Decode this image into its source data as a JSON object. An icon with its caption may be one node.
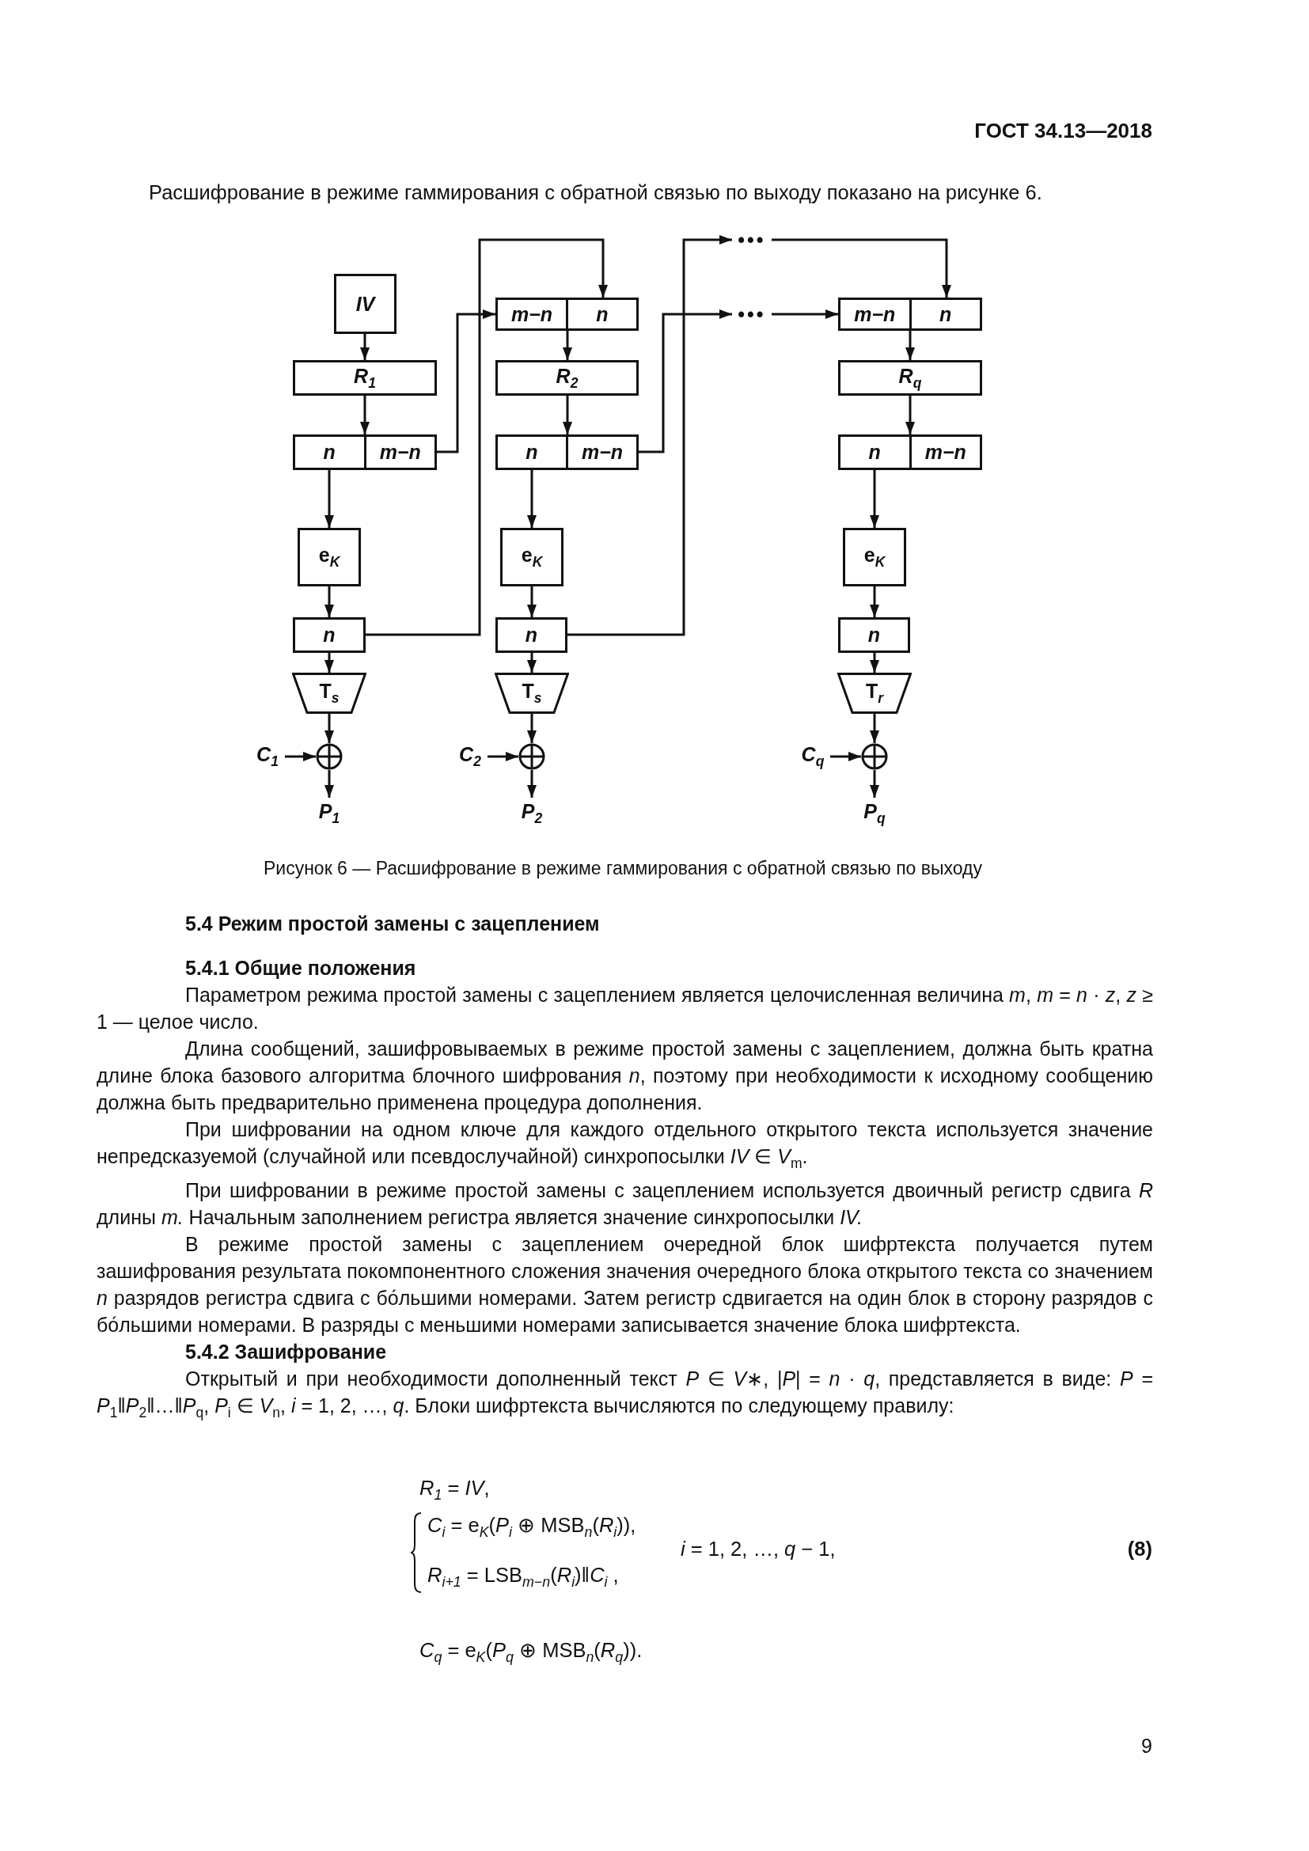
{
  "diagram": {
    "caption": "Рисунок 6 — Расшифрование в режиме гаммирования с обратной связью по выходу",
    "nodes": [
      {
        "text": [
          "IV"
        ]
      },
      {
        "text": [
          "m−n",
          "n"
        ]
      },
      {
        "text": [
          "•••"
        ]
      },
      {
        "text": [
          "•••"
        ]
      },
      {
        "text": [
          "m−n",
          "n"
        ]
      },
      {
        "text": [
          "R$_{1}$"
        ]
      },
      {
        "text": [
          "R$_{2}$"
        ]
      },
      {
        "text": [
          "R$_{q}$"
        ]
      },
      {
        "text": [
          "n",
          "m−n"
        ]
      },
      {
        "text": [
          "n",
          "m−n"
        ]
      },
      {
        "text": [
          "n",
          "m−n"
        ]
      },
      {
        "text": [
          "e$_{K}$"
        ]
      },
      {
        "text": [
          "e$_{K}$"
        ]
      },
      {
        "text": [
          "e$_{K}$"
        ]
      },
      {
        "text": [
          "n"
        ]
      },
      {
        "text": [
          "n"
        ]
      },
      {
        "text": [
          "n"
        ]
      },
      {
        "text": [
          "T$_{s}$"
        ]
      },
      {
        "text": [
          "T$_{s}$"
        ]
      },
      {
        "text": [
          "T$_{r}$"
        ]
      },
      {
        "text": [],
        "shape": "circle"
      },
      {
        "text": [],
        "shape": "circle"
      },
      {
        "text": [],
        "shape": "circle"
      },
      {
        "text": [
          "C$_{1}$"
        ]
      },
      {
        "text": [
          "C$_{2}$"
        ]
      },
      {
        "text": [
          "C$_{q}$"
        ]
      },
      {
        "text": [
          "P$_{1}$"
        ]
      },
      {
        "text": [
          "P$_{2}$"
        ]
      },
      {
        "text": [
          "P$_{q}$"
        ]
      }
    ],
    "edges": [
      {
        "from": 0,
        "to": 5,
        "arrow": "to"
      },
      {
        "from": 5,
        "to": 8,
        "arrow": "to"
      },
      {
        "from": 8,
        "to": 11,
        "arrow": "to"
      },
      {
        "from": 11,
        "to": 14,
        "arrow": "to"
      },
      {
        "from": 14,
        "to": 17,
        "arrow": "to"
      },
      {
        "from": 17,
        "to": 20,
        "arrow": "to"
      },
      {
        "from": 23,
        "to": 20,
        "arrow": "to"
      },
      {
        "from": 20,
        "to": 26,
        "arrow": "to"
      },
      {
        "from": 8,
        "to": 1,
        "arrow": "to"
      },
      {
        "from": 14,
        "to": 1,
        "arrow": "to"
      },
      {
        "from": 1,
        "to": 6,
        "arrow": "to"
      },
      {
        "from": 6,
        "to": 9,
        "arrow": "to"
      },
      {
        "from": 9,
        "to": 12,
        "arrow": "to"
      },
      {
        "from": 12,
        "to": 15,
        "arrow": "to"
      },
      {
        "from": 15,
        "to": 18,
        "arrow": "to"
      },
      {
        "from": 18,
        "to": 21,
        "arrow": "to"
      },
      {
        "from": 24,
        "to": 21,
        "arrow": "to"
      },
      {
        "from": 21,
        "to": 27,
        "arrow": "to"
      },
      {
        "from": 9,
        "to": 3,
        "arrow": "to"
      },
      {
        "from": 15,
        "to": 2,
        "arrow": "to"
      },
      {
        "from": 2,
        "to": 4,
        "arrow": "to"
      },
      {
        "from": 3,
        "to": 4,
        "arrow": "to"
      },
      {
        "from": 4,
        "to": 7,
        "arrow": "to"
      },
      {
        "from": 7,
        "to": 10,
        "arrow": "to"
      },
      {
        "from": 10,
        "to": 13,
        "arrow": "to"
      },
      {
        "from": 13,
        "to": 16,
        "arrow": "to"
      },
      {
        "from": 16,
        "to": 19,
        "arrow": "to"
      },
      {
        "from": 19,
        "to": 22,
        "arrow": "to"
      },
      {
        "from": 25,
        "to": 22,
        "arrow": "to"
      },
      {
        "from": 22,
        "to": 28,
        "arrow": "to"
      }
    ],
    "labels": [
      "ГОСТ 34.13—2018",
      "Расшифрование в режиме гаммирования с обратной связью по выходу показано на рисунке 6.",
      "5.4 Режим простой замены с зацеплением",
      "5.4.1 Общие положения",
      "Параметром режима простой замены с зацеплением является целочисленная величина *m*, *m* = *n* · *z*, *z* ≥ 1 — целое число.",
      "Длина сообщений, зашифровываемых в режиме простой замены с зацеплением, должна быть кратна длине блока базового алгоритма блочного шифрования *n*, поэтому при необходимости к исходному сообщению должна быть предварительно применена процедура дополнения.",
      "При шифровании на одном ключе для каждого отдельного открытого текста используется значение непредсказуемой (случайной или псевдослучайной) синхропосылки *IV* ∈ *V*$_{m}$.",
      "При шифровании в режиме простой замены с зацеплением используется двоичный регистр сдвига *R* длины *m.* Начальным заполнением регистра является значение синхропосылки *IV.*",
      "В режиме простой замены с зацеплением очередной блок шифртекста получается путем зашифрования результата покомпонентного сложения значения очередного блока открытого текста со значением *n* разрядов регистра сдвига с бо́льшими номерами. Затем регистр сдвигается на один блок в сторону разрядов с бо́льшими номерами. В разряды с меньшими номерами записывается значение блока шифртекста.",
      "5.4.2 Зашифрование",
      "Открытый и при необходимости дополненный текст *P* ∈ *V*∗, |*P*| = *n* · *q*, представляется в виде: *P* = *P*$_{1}$‖*P*$_{2}$‖…‖*P*$_{q}$, *P*$_{i}$ ∈ *V*$_{n}$, *i* = 1, 2, …, *q*. Блоки шифртекста вычисляются по следующему правилу:",
      "*R*$_{1}$ = *IV*,",
      "*C*$_{i}$ = e$_{K}$(*P*$_{i}$ ⊕ MSB$_{n}$(*R*$_{i}$)),",
      "*R*$_{i+1}$ = LSB$_{m−n}$(*R*$_{i}$)‖*C*$_{i}$ ,",
      "*i* = 1, 2, …, *q* − 1,",
      "(8)",
      "*C*$_{q}$ = e$_{K}$(*P*$_{q}$ ⊕ MSB$_{n}$(*R*$_{q}$)).",
      "9"
    ]
  }
}
